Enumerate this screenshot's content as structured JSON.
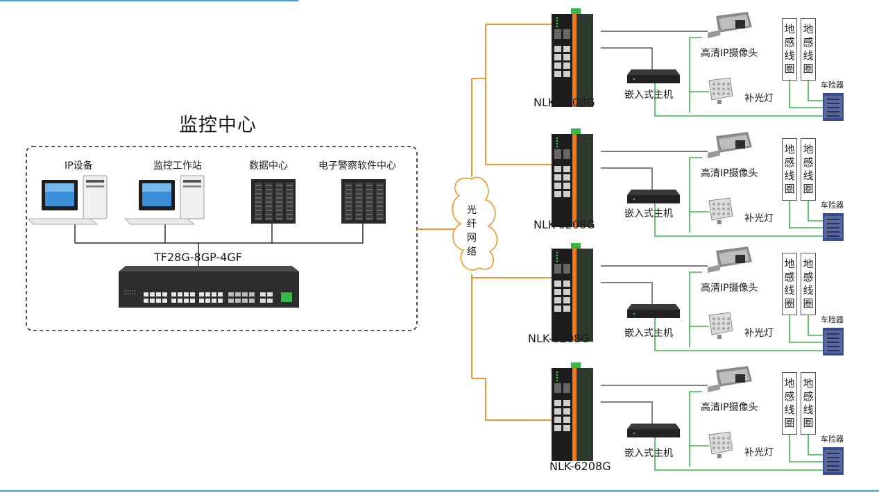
{
  "center": {
    "title": "监控中心",
    "devices": [
      {
        "label": "IP设备",
        "icon": "desktop-computer-icon"
      },
      {
        "label": "监控工作站",
        "icon": "desktop-computer-icon"
      },
      {
        "label": "数据中心",
        "icon": "server-rack-icon"
      },
      {
        "label": "电子警察软件中心",
        "icon": "server-rack-icon"
      }
    ],
    "core_switch": "TF28G-8GP-4GF"
  },
  "network": {
    "label_chars": [
      "光",
      "纤",
      "网",
      "络"
    ]
  },
  "sites": [
    {
      "switch": "NLK-6208G",
      "host": "嵌入式主机",
      "camera": "高清IP摄像头",
      "light": "补光灯",
      "loops": [
        "地感线圈",
        "地感线圈"
      ],
      "detector": "车险器"
    },
    {
      "switch": "NLK-6208G",
      "host": "嵌入式主机",
      "camera": "高清IP摄像头",
      "light": "补光灯",
      "loops": [
        "地感线圈",
        "地感线圈"
      ],
      "detector": "车险器"
    },
    {
      "switch": "NLK-6208G",
      "host": "嵌入式主机",
      "camera": "高清IP摄像头",
      "light": "补光灯",
      "loops": [
        "地感线圈",
        "地感线圈"
      ],
      "detector": "车险器"
    },
    {
      "switch": "NLK-6208G",
      "host": "嵌入式主机",
      "camera": "高清IP摄像头",
      "light": "补光灯",
      "loops": [
        "地感线圈",
        "地感线圈"
      ],
      "detector": "车险器"
    }
  ],
  "colors": {
    "fiber": "#f0962a",
    "copper_green": "#3ab54a",
    "accent_blue": "#3aa3d8",
    "link_dark": "#333333"
  }
}
